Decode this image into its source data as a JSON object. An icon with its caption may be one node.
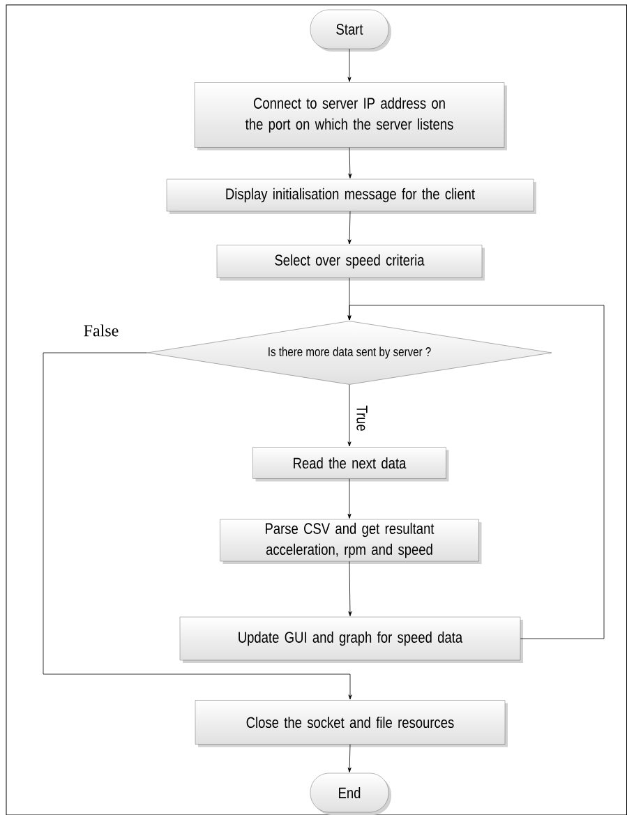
{
  "diagram": {
    "nodes": [
      {
        "text": [
          "Start"
        ]
      },
      {
        "text": [
          "Connect to server IP address on the port on which the server listens"
        ]
      },
      {
        "text": [
          "Display initialisation message for the client"
        ]
      },
      {
        "text": [
          "Select over speed criteria"
        ]
      },
      {
        "text": [
          "Is there  more data  sent by server ?"
        ]
      },
      {
        "text": [
          "Read the next data"
        ]
      },
      {
        "text": [
          "Parse CSV and get resultant acceleration, rpm and speed"
        ]
      },
      {
        "text": [
          "Update GUI and graph for speed data"
        ]
      },
      {
        "text": [
          "Close the socket and file resources"
        ]
      },
      {
        "text": [
          "End"
        ]
      }
    ],
    "edges": [
      {
        "from": 0,
        "to": 1,
        "arrow": "to"
      },
      {
        "from": 1,
        "to": 2,
        "arrow": "to"
      },
      {
        "from": 2,
        "to": 3,
        "arrow": "to"
      },
      {
        "from": 3,
        "to": 4,
        "arrow": "to"
      },
      {
        "from": 4,
        "to": 5,
        "arrow": "to",
        "label": "True"
      },
      {
        "from": 5,
        "to": 6,
        "arrow": "to"
      },
      {
        "from": 6,
        "to": 7,
        "arrow": "to"
      },
      {
        "from": 7,
        "to": 4,
        "arrow": "to"
      },
      {
        "from": 4,
        "to": 8,
        "arrow": "to",
        "label": "False"
      },
      {
        "from": 8,
        "to": 9,
        "arrow": "to"
      }
    ]
  }
}
